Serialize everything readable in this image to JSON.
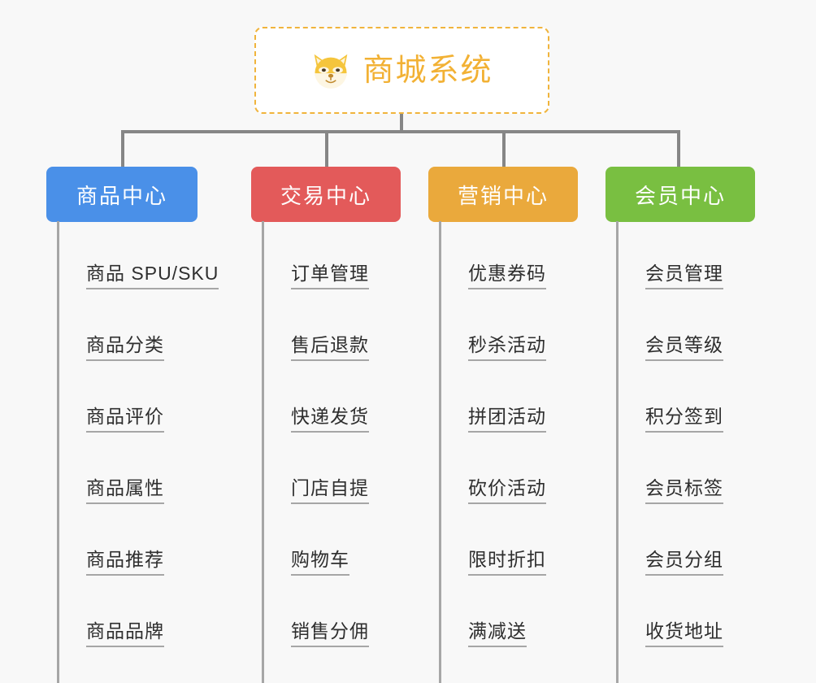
{
  "page": {
    "background_color": "#f8f8f8",
    "line_color": "#868686",
    "leaf_line_color": "#a6a6a6"
  },
  "root": {
    "title": "商城系统",
    "icon": "shiba-dog-icon",
    "text_color": "#f2b134",
    "border_color": "#f0b43c",
    "background_color": "#ffffff"
  },
  "branches": [
    {
      "label": "商品中心",
      "color": "#4a90e8",
      "leaves": [
        "商品 SPU/SKU",
        "商品分类",
        "商品评价",
        "商品属性",
        "商品推荐",
        "商品品牌"
      ]
    },
    {
      "label": "交易中心",
      "color": "#e35a5a",
      "leaves": [
        "订单管理",
        "售后退款",
        "快递发货",
        "门店自提",
        "购物车",
        "销售分佣"
      ]
    },
    {
      "label": "营销中心",
      "color": "#eaa93c",
      "leaves": [
        "优惠券码",
        "秒杀活动",
        "拼团活动",
        "砍价活动",
        "限时折扣",
        "满减送"
      ]
    },
    {
      "label": "会员中心",
      "color": "#79bf41",
      "leaves": [
        "会员管理",
        "会员等级",
        "积分签到",
        "会员标签",
        "会员分组",
        "收货地址"
      ]
    }
  ]
}
